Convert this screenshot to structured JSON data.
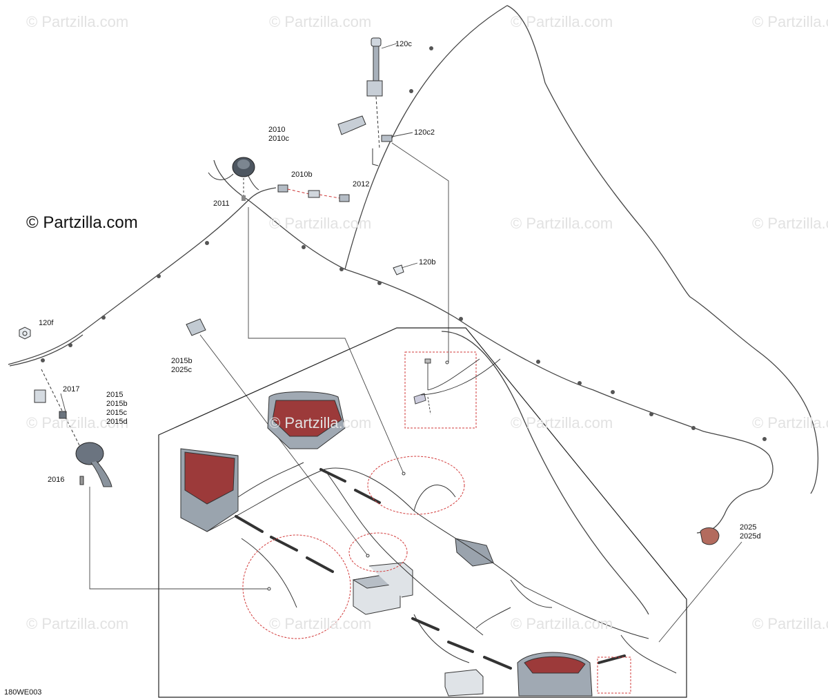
{
  "watermark_text": "© Partzilla.com",
  "brand_text": "© Partzilla.com",
  "drawing_code": "180WE003",
  "callouts": {
    "c120c": [
      "120c"
    ],
    "c120c2": [
      "120c2"
    ],
    "c2010": [
      "2010",
      "2010c"
    ],
    "c2010b": [
      "2010b"
    ],
    "c2012": [
      "2012"
    ],
    "c2011": [
      "2011"
    ],
    "c120b": [
      "120b"
    ],
    "c120f": [
      "120f"
    ],
    "c2015b": [
      "2015b",
      "2025c"
    ],
    "c2017": [
      "2017"
    ],
    "c2015": [
      "2015",
      "2015b",
      "2015c",
      "2015d"
    ],
    "c2016": [
      "2016"
    ],
    "c2025": [
      "2025",
      "2025d"
    ]
  },
  "colors": {
    "line": "#3a3a3a",
    "detail_circle": "#d23a3a",
    "housing_red": "#9c3a3a",
    "housing_grey": "#8f98a3",
    "watermark": "#e2e2e2"
  }
}
